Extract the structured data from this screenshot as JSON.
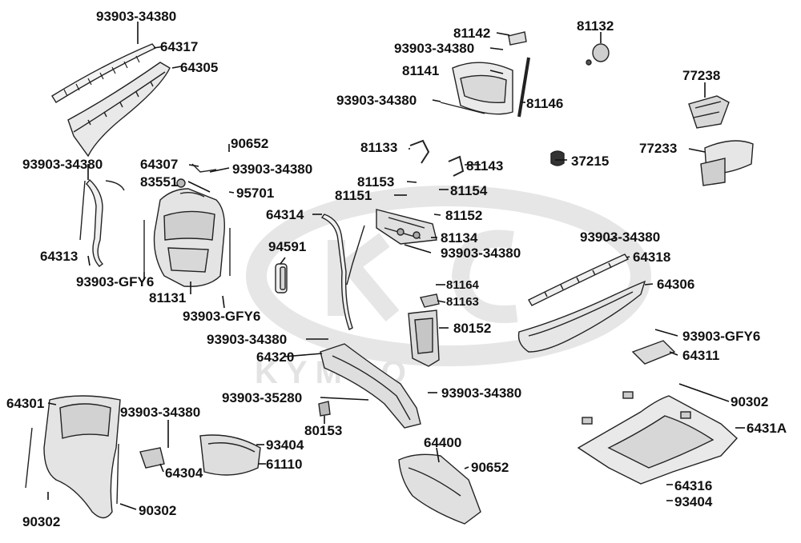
{
  "watermark": {
    "brand": "KYMCO"
  },
  "labels": {
    "l01": "93903-34380",
    "l02": "64317",
    "l03": "64305",
    "l04": "81142",
    "l05": "81132",
    "l06": "93903-34380",
    "l07": "81141",
    "l08": "77238",
    "l09": "93903-34380",
    "l10": "81146",
    "l11": "81133",
    "l12": "77233",
    "l13": "90652",
    "l14": "81143",
    "l15": "37215",
    "l16": "93903-34380",
    "l17": "64307",
    "l18": "93903-34380",
    "l19": "83551",
    "l20": "81153",
    "l21": "81154",
    "l22": "95701",
    "l23": "81151",
    "l24": "64314",
    "l25": "81152",
    "l26": "81134",
    "l27": "93903-34380",
    "l28": "94591",
    "l29": "93903-34380",
    "l30": "64313",
    "l31": "64318",
    "l32": "93903-GFY6",
    "l33": "81164",
    "l34": "64306",
    "l35": "81131",
    "l36": "81163",
    "l37": "93903-GFY6",
    "l38": "80152",
    "l39": "93903-34380",
    "l40": "93903-GFY6",
    "l41": "64320",
    "l42": "64311",
    "l43": "64301",
    "l44": "93903-35280",
    "l45": "93903-34380",
    "l46": "90302",
    "l47": "93903-34380",
    "l48": "80153",
    "l49": "6431A",
    "l50": "64400",
    "l51": "93404",
    "l52": "90652",
    "l53": "61110",
    "l54": "64304",
    "l55": "64316",
    "l56": "93404",
    "l57": "90302",
    "l58": "90302"
  }
}
